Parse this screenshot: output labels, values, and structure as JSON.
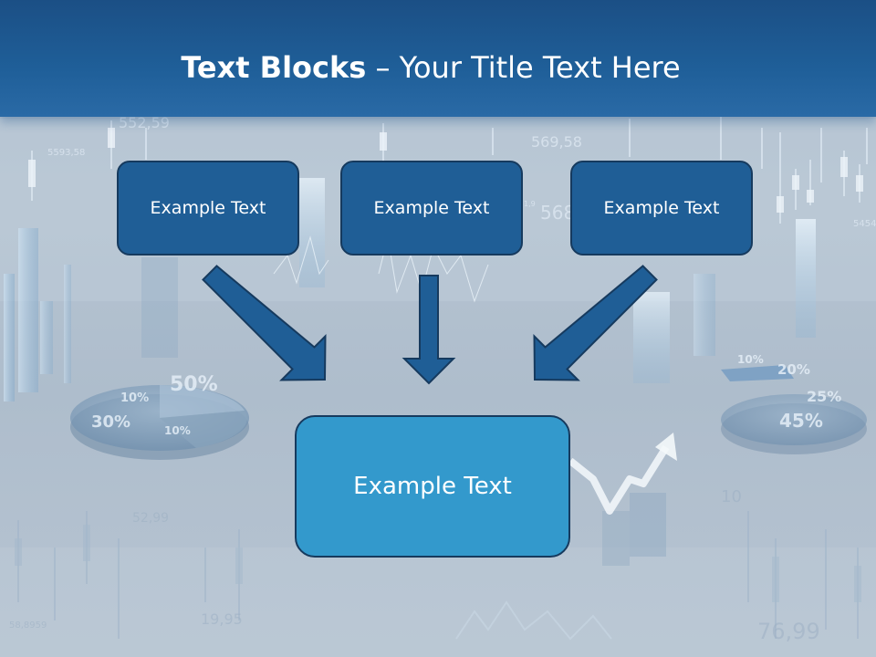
{
  "title": {
    "bold": "Text Blocks",
    "dash": " – ",
    "rest": "Your Title Text Here"
  },
  "boxes": {
    "top": [
      "Example Text",
      "Example Text",
      "Example Text"
    ],
    "bottom": "Example Text"
  },
  "colors": {
    "title_bar": "#1f5f99",
    "top_box_fill": "#1f5e96",
    "bottom_box_fill": "#3399cc",
    "box_border": "#163a5e",
    "arrow_fill": "#1f5e96"
  }
}
